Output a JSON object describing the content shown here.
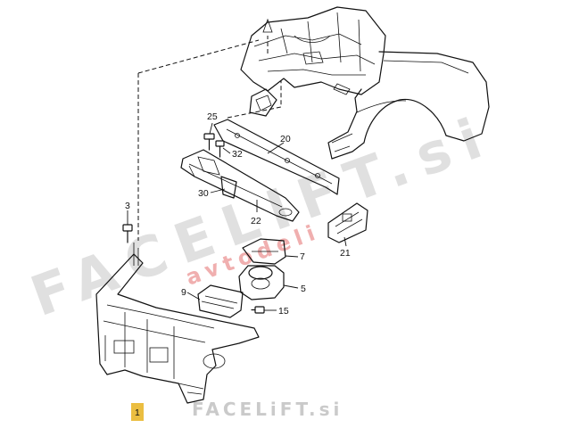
{
  "watermark": {
    "main": "FACELIFT.si",
    "sub": "avtodeli",
    "footer": "FACELiFT.si"
  },
  "callouts": [
    {
      "id": "c25",
      "label": "25"
    },
    {
      "id": "c20",
      "label": "20"
    },
    {
      "id": "c32",
      "label": "32"
    },
    {
      "id": "c30",
      "label": "30"
    },
    {
      "id": "c22",
      "label": "22"
    },
    {
      "id": "c3",
      "label": "3"
    },
    {
      "id": "c21",
      "label": "21"
    },
    {
      "id": "c7",
      "label": "7"
    },
    {
      "id": "c5",
      "label": "5"
    },
    {
      "id": "c9",
      "label": "9"
    },
    {
      "id": "c15",
      "label": "15"
    },
    {
      "id": "c1",
      "label": "1"
    }
  ],
  "colors": {
    "line": "#111111",
    "watermark": "#c7c7c7",
    "watermark_accent": "#e46f6f",
    "badge": "#e8b320"
  }
}
